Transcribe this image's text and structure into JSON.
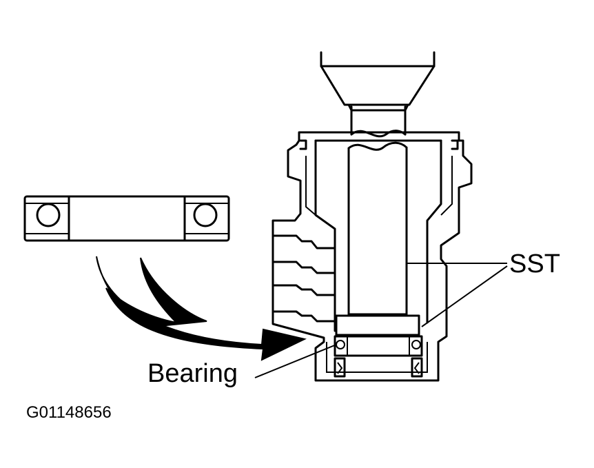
{
  "labels": {
    "sst": "SST",
    "bearing": "Bearing",
    "figure_code": "G01148656"
  },
  "colors": {
    "ink": "#000000",
    "background": "#ffffff"
  }
}
